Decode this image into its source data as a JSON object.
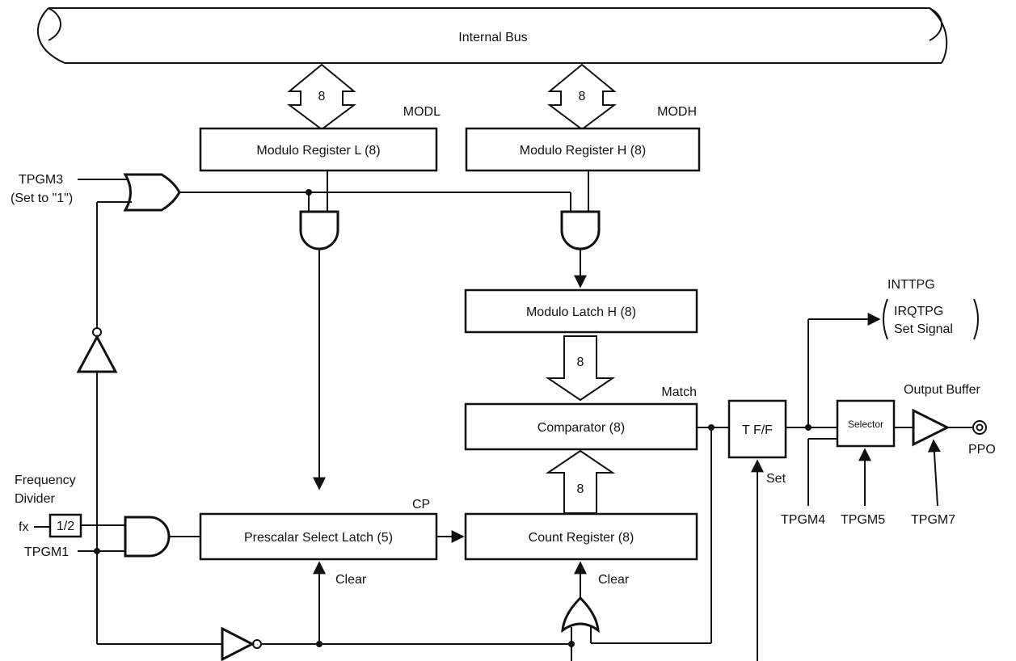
{
  "bus": {
    "label": "Internal Bus"
  },
  "bus_widths": {
    "modl": "8",
    "modh": "8",
    "latch_to_comp": "8",
    "count_to_comp": "8"
  },
  "registers": {
    "modl": {
      "tag": "MODL",
      "label": "Modulo Register L (8)"
    },
    "modh": {
      "tag": "MODH",
      "label": "Modulo Register H (8)"
    },
    "modulo_latch_h": {
      "label": "Modulo Latch H (8)"
    },
    "comparator": {
      "label": "Comparator (8)"
    },
    "prescalar_select_latch": {
      "label": "Prescalar Select Latch (5)"
    },
    "count_register": {
      "label": "Count Register (8)"
    },
    "tff": {
      "label": "T F/F"
    },
    "selector": {
      "label": "Selector"
    }
  },
  "signals": {
    "tpgm3": "TPGM3",
    "tpgm3_note": "(Set to \"1\")",
    "frequency_divider_line1": "Frequency",
    "frequency_divider_line2": "Divider",
    "divider_ratio": "1/2",
    "fx": "fx",
    "tpgm1": "TPGM1",
    "cp": "CP",
    "clear_prescalar": "Clear",
    "clear_count": "Clear",
    "match": "Match",
    "set": "Set",
    "inttpg": "INTTPG",
    "irqtpg": "IRQTPG",
    "set_signal": "Set Signal",
    "output_buffer": "Output Buffer",
    "ppo": "PPO",
    "tpgm4": "TPGM4",
    "tpgm5": "TPGM5",
    "tpgm7": "TPGM7"
  }
}
